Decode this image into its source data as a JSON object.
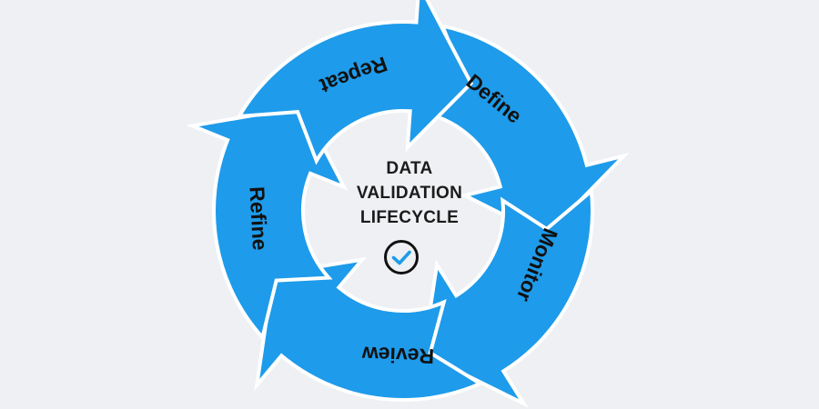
{
  "center": {
    "title_lines": [
      "DATA",
      "VALIDATION",
      "LIFECYCLE"
    ],
    "icon": "check-circle-icon"
  },
  "stages": [
    "Define",
    "Monitor",
    "Review",
    "Refine",
    "Repeat"
  ],
  "colors": {
    "background": "#eef0f3",
    "segment": "#1e9bea",
    "icon_ring": "#111111",
    "icon_check": "#1e9bea"
  }
}
